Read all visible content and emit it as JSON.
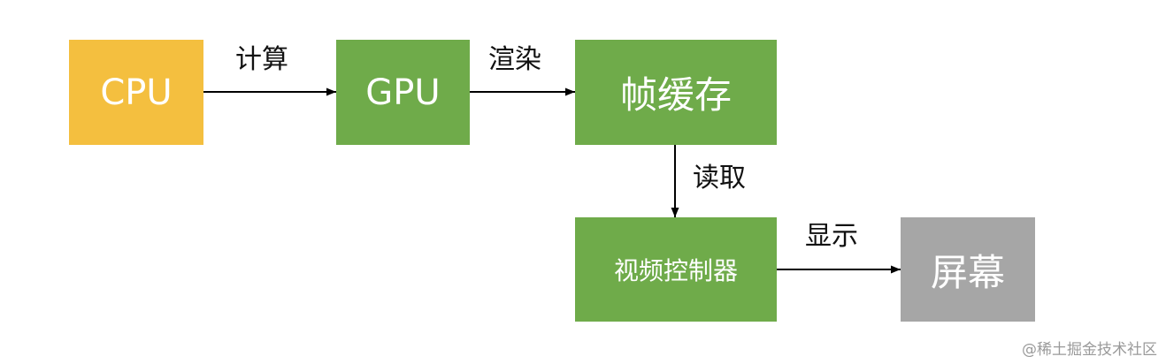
{
  "nodes": {
    "cpu": {
      "label": "CPU",
      "color": "#F4BF3F"
    },
    "gpu": {
      "label": "GPU",
      "color": "#6FAB4A"
    },
    "framebuf": {
      "label": "帧缓存",
      "color": "#6FAB4A"
    },
    "videoctrl": {
      "label": "视频控制器",
      "color": "#6FAB4A"
    },
    "screen": {
      "label": "屏幕",
      "color": "#A6A6A6"
    }
  },
  "edges": {
    "cpu_gpu": {
      "label": "计算"
    },
    "gpu_framebuf": {
      "label": "渲染"
    },
    "framebuf_video": {
      "label": "读取"
    },
    "video_screen": {
      "label": "显示"
    }
  },
  "watermark": "@稀土掘金技术社区"
}
